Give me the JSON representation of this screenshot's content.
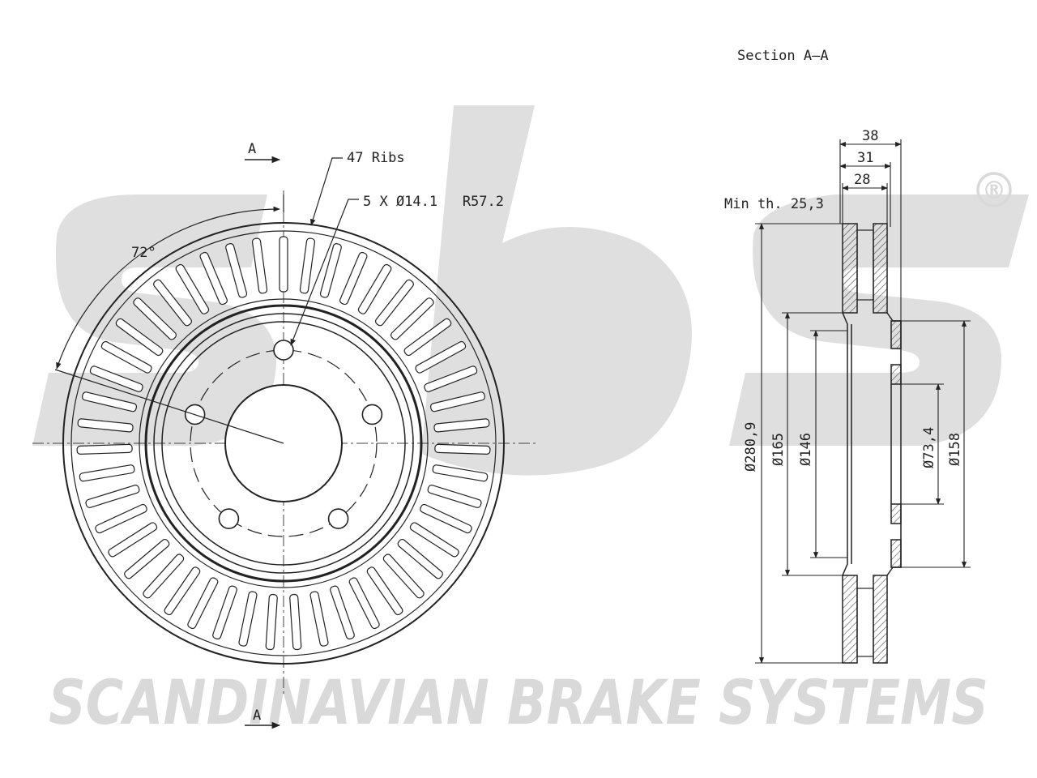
{
  "watermark": {
    "logo_text": "sbs",
    "registered": "®",
    "company": "SCANDINAVIAN BRAKE SYSTEMS",
    "color": "#d9d9d9"
  },
  "front_view": {
    "section_marker_top": "A",
    "section_marker_bottom": "A",
    "ribs_label": "47 Ribs",
    "ribs_count": 47,
    "bolt_label": "5 X Ø14.1   R57.2",
    "bolt_count": 5,
    "angle_label": "72°"
  },
  "section_view": {
    "title": "Section A–A",
    "min_thickness": "Min th. 25,3",
    "width_dims": [
      "38",
      "31",
      "28"
    ],
    "diameter_dims": [
      "Ø280,9",
      "Ø165",
      "Ø146",
      "Ø73,4",
      "Ø158"
    ]
  },
  "colors": {
    "line": "#222222",
    "hatch": "#555555",
    "watermark": "#d9d9d9"
  }
}
